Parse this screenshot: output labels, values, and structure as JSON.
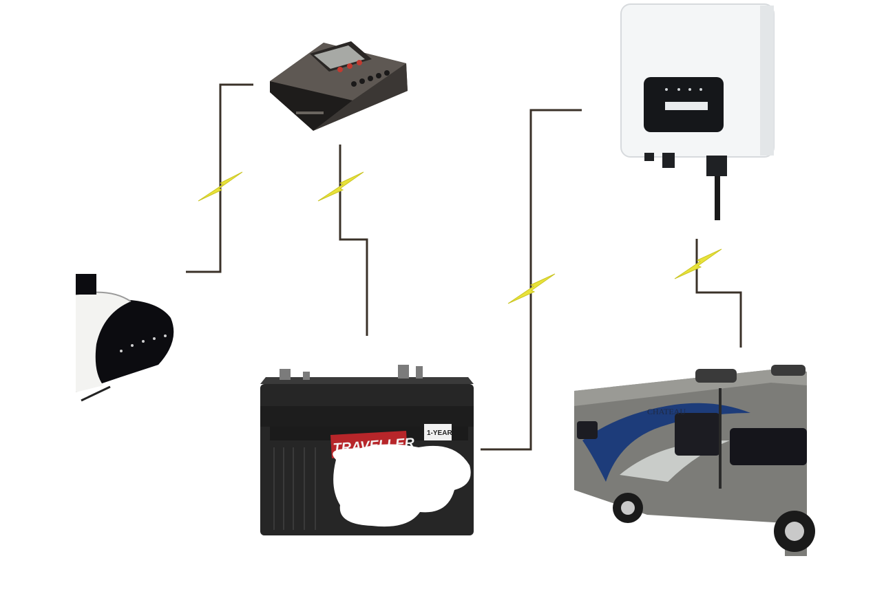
{
  "diagram": {
    "components": [
      {
        "id": "solar-panel",
        "kind": "flexible solar panel"
      },
      {
        "id": "charge-controller",
        "kind": "solar charge controller"
      },
      {
        "id": "inverter",
        "kind": "inverter"
      },
      {
        "id": "battery",
        "kind": "deep cycle battery",
        "brand_text": "TRAVELLER",
        "badge_text": "1-YEAR"
      },
      {
        "id": "rv",
        "kind": "motorhome",
        "model_text": "CHATEAU"
      }
    ],
    "connections": [
      {
        "from": "solar-panel",
        "to": "charge-controller"
      },
      {
        "from": "charge-controller",
        "to": "battery"
      },
      {
        "from": "battery",
        "to": "inverter"
      },
      {
        "from": "inverter",
        "to": "rv"
      }
    ]
  },
  "colors": {
    "wire": "#3a3128",
    "bolt": "#e8e23a",
    "controller_body": "#4f4a45",
    "inverter_body": "#f4f6f7",
    "battery_body": "#262626",
    "battery_label": "#b7262a",
    "rv_body": "#7c7c78",
    "rv_stripe": "#1d3c7a"
  },
  "icons": [
    "lightning-bolt-icon"
  ]
}
